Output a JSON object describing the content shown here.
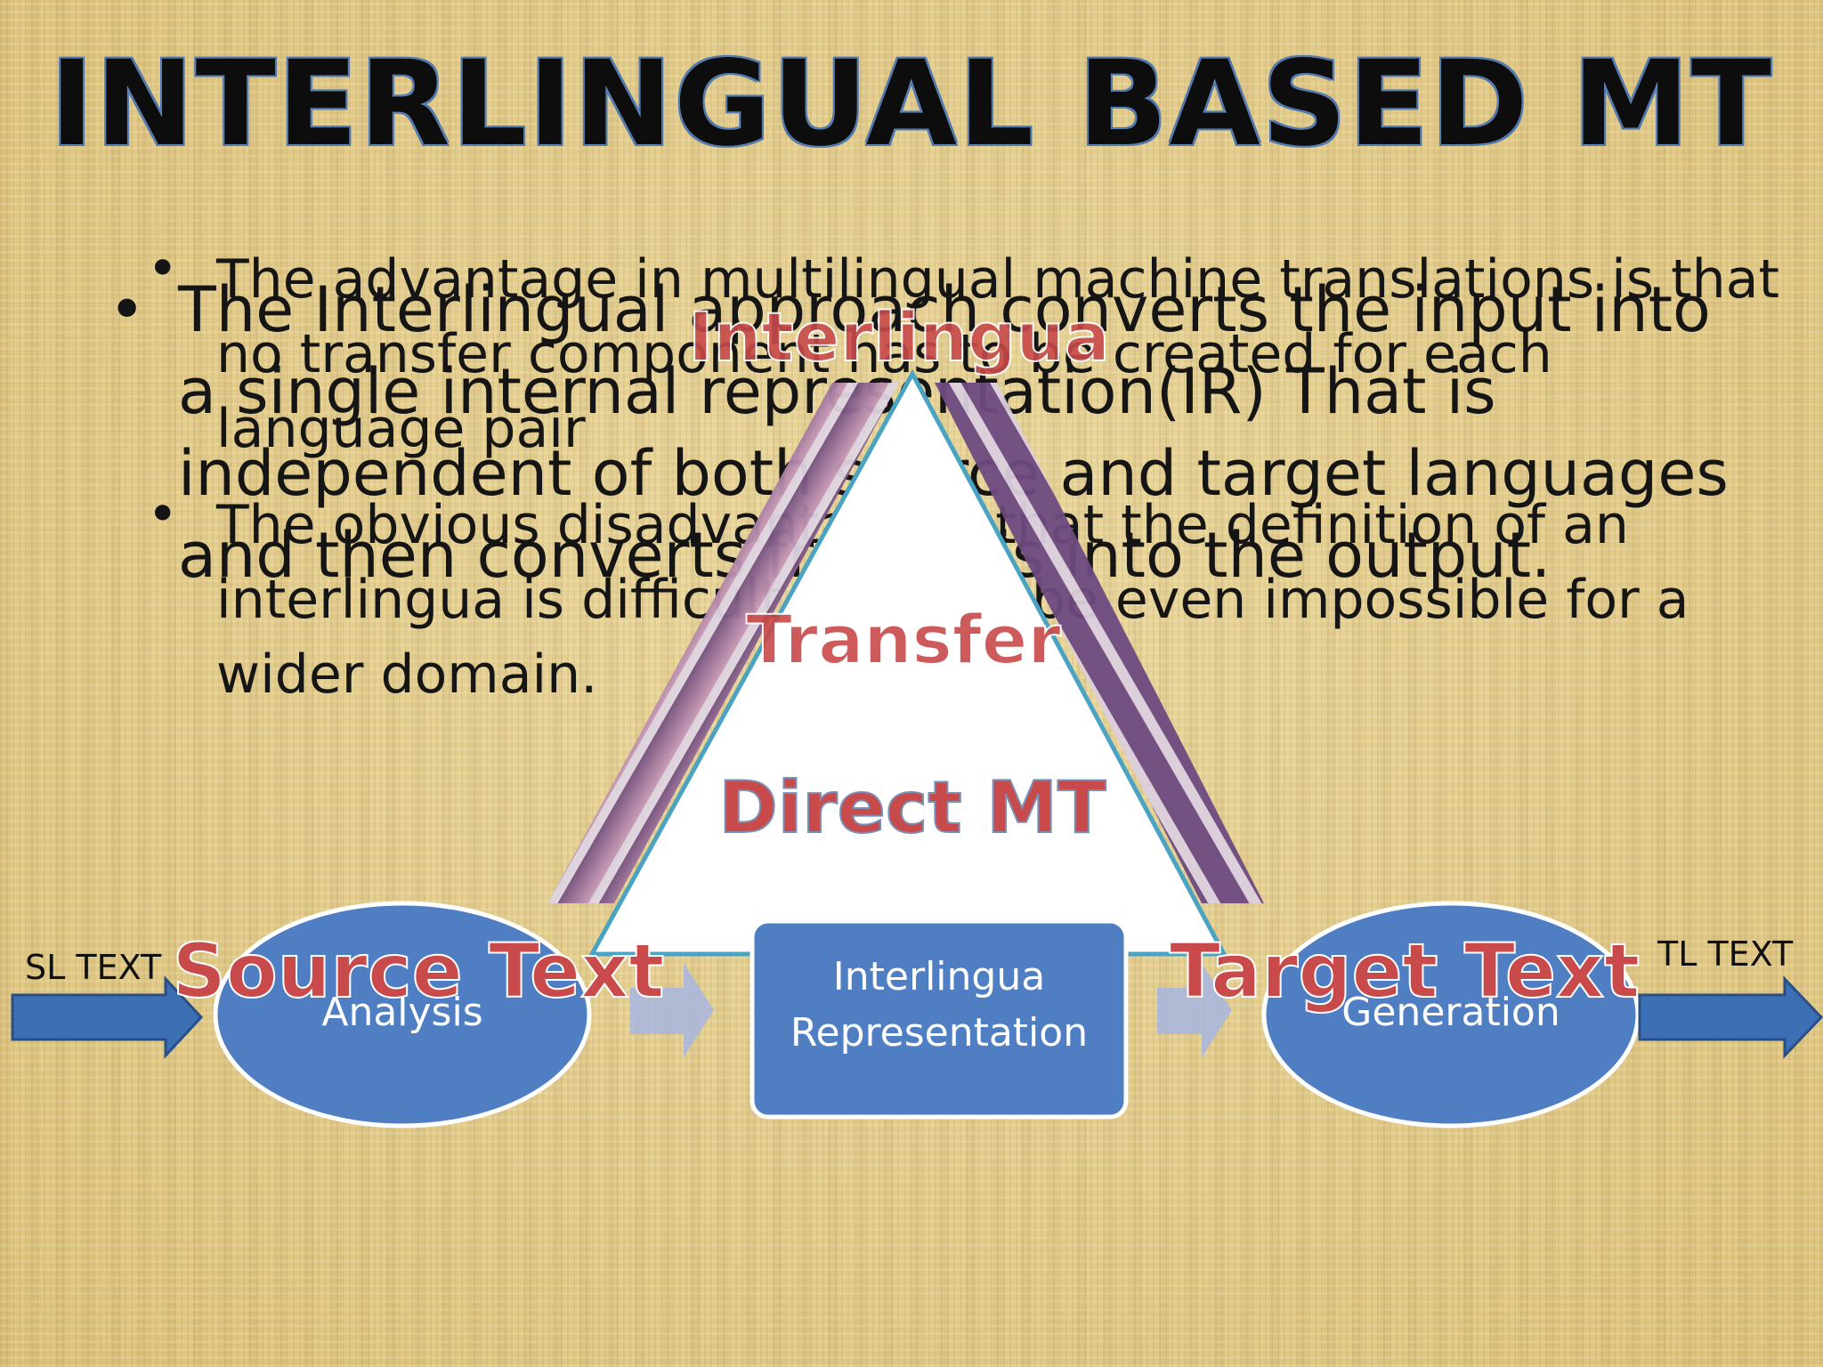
{
  "slide": {
    "title": "INTERLINGUAL BASED MT",
    "bullets_main": [
      "The Interlingual approach converts the input into a single internal representation(IR) That is independent of both source and target languages and then converts from this into the output."
    ],
    "bullets_overlay": [
      "The advantage in multilingual machine translations is that no transfer component has to be created for each language pair",
      "The obvious disadvantage is that the definition of an interlingua is difficult and maybe even impossible for a wider domain."
    ]
  },
  "diagram": {
    "pyramid_levels": [
      "Interlingua",
      "Transfer",
      "Direct MT"
    ],
    "source_label": "Source Text",
    "target_label": "Target Text",
    "analysis_label": "Analysis",
    "interlingua_box": [
      "Interlingua",
      "Representation"
    ],
    "generation_label": "Generation",
    "sl_text": "SL TEXT",
    "tl_text": "TL TEXT"
  },
  "colors": {
    "shape_fill": "#4f7fc2",
    "shape_stroke": "#ffffff",
    "arrow_fill": "#3d6fb5",
    "label_red": "#c84a4a",
    "triangle_stroke": "#4aa3c2",
    "faint_arrow": "#a8b6e0"
  }
}
